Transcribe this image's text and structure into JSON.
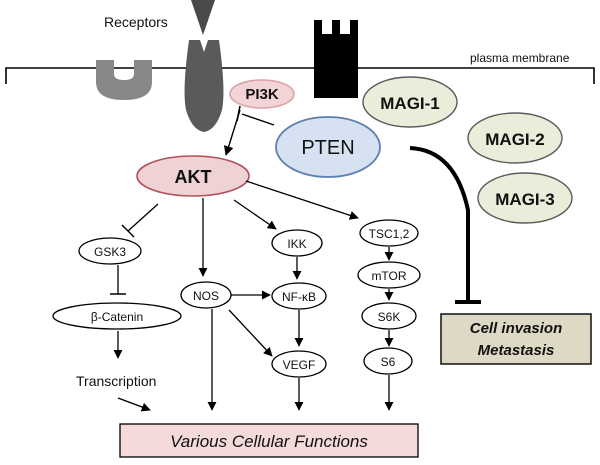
{
  "labels": {
    "receptors": "Receptors",
    "plasma_membrane": "plasma membrane"
  },
  "nodes": {
    "pi3k": "PI3K",
    "pten": "PTEN",
    "akt": "AKT",
    "magi1": "MAGI-1",
    "magi2": "MAGI-2",
    "magi3": "MAGI-3",
    "gsk3": "GSK3",
    "beta_catenin": "β-Catenin",
    "transcription": "Transcription",
    "nos": "NOS",
    "ikk": "IKK",
    "nfkb": "NF-κB",
    "vegf": "VEGF",
    "tsc12": "TSC1,2",
    "mtor": "mTOR",
    "s6k": "S6K",
    "s6": "S6",
    "cell_invasion_line1": "Cell invasion",
    "cell_invasion_line2": "Metastasis",
    "various": "Various Cellular Functions"
  },
  "colors": {
    "pi3k_fill": "#f2d4d6",
    "pi3k_stroke": "#d9a0a6",
    "pten_fill": "#d6e2f2",
    "pten_stroke": "#5b7fb0",
    "akt_fill": "#efd2d4",
    "akt_stroke": "#b0505a",
    "magi_fill": "#e8eed9",
    "magi_stroke": "#5a5a5a",
    "invasion_fill": "#ddd9c4",
    "various_fill": "#f5dadb"
  }
}
